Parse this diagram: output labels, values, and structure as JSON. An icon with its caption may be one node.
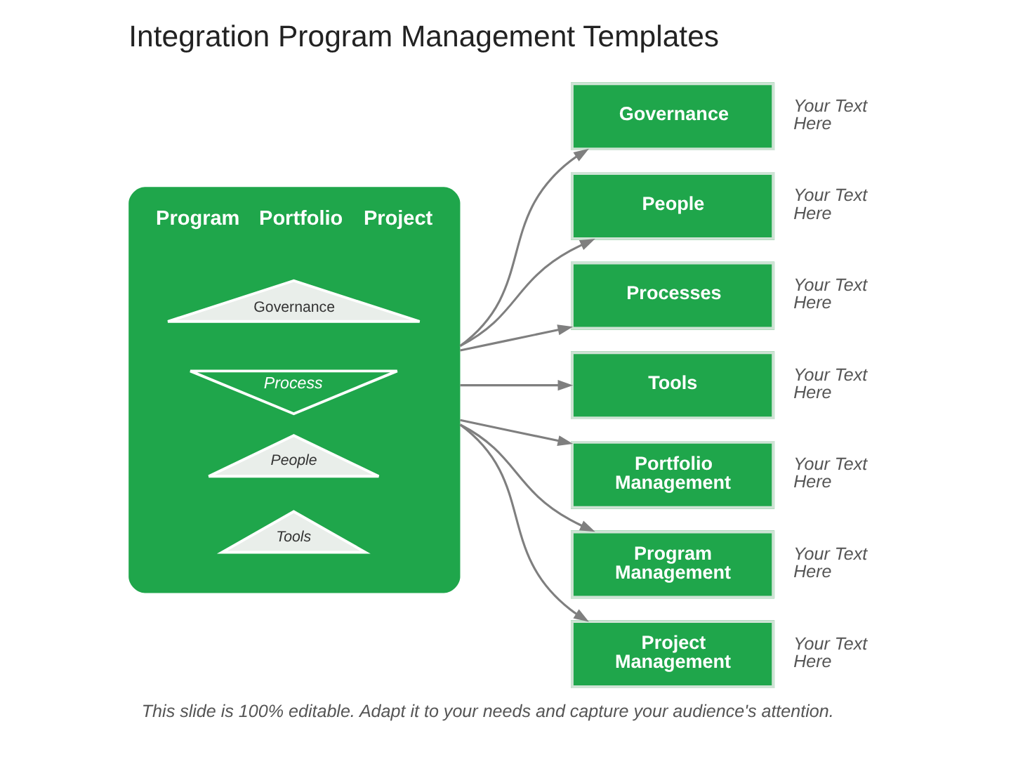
{
  "diagram": {
    "title": "Integration Program Management Templates",
    "caption": "This slide is 100% editable. Adapt it to your needs and capture your audience's attention.",
    "nodes": [
      {
        "text": [
          "Governance"
        ],
        "beside": [
          "Your Text Here"
        ]
      },
      {
        "text": [
          "Project Management"
        ],
        "beside": [
          "Your Text Here"
        ]
      },
      {
        "text": [
          "People"
        ],
        "beside": [
          "Your Text Here"
        ]
      },
      {
        "text": [
          "Program",
          "Portfolio",
          "Project"
        ]
      },
      {
        "text": [
          "Governance"
        ],
        "in": 3
      },
      {
        "text": [
          "Process"
        ],
        "in": 3
      },
      {
        "text": [
          "People"
        ],
        "in": 3
      },
      {
        "text": [
          "Tools"
        ],
        "in": 3
      },
      {
        "text": [
          "Program Management"
        ],
        "beside": [
          "Your Text Here"
        ]
      },
      {
        "text": [
          "Processes"
        ],
        "beside": [
          "Your Text Here"
        ]
      },
      {
        "text": [
          "Portfolio Management"
        ],
        "beside": [
          "Your Text Here"
        ]
      },
      {
        "text": [
          "Tools"
        ],
        "beside": [
          "Your Text Here"
        ]
      }
    ],
    "edges": [
      {
        "from": 3,
        "to": 0,
        "arrow": "to"
      },
      {
        "from": 3,
        "to": 2,
        "arrow": "to"
      },
      {
        "from": 3,
        "to": 9,
        "arrow": "to"
      },
      {
        "from": 3,
        "to": 11,
        "arrow": "to"
      },
      {
        "from": 3,
        "to": 10,
        "arrow": "to"
      },
      {
        "from": 3,
        "to": 8,
        "arrow": "to"
      },
      {
        "from": 3,
        "to": 1,
        "arrow": "to"
      }
    ]
  }
}
